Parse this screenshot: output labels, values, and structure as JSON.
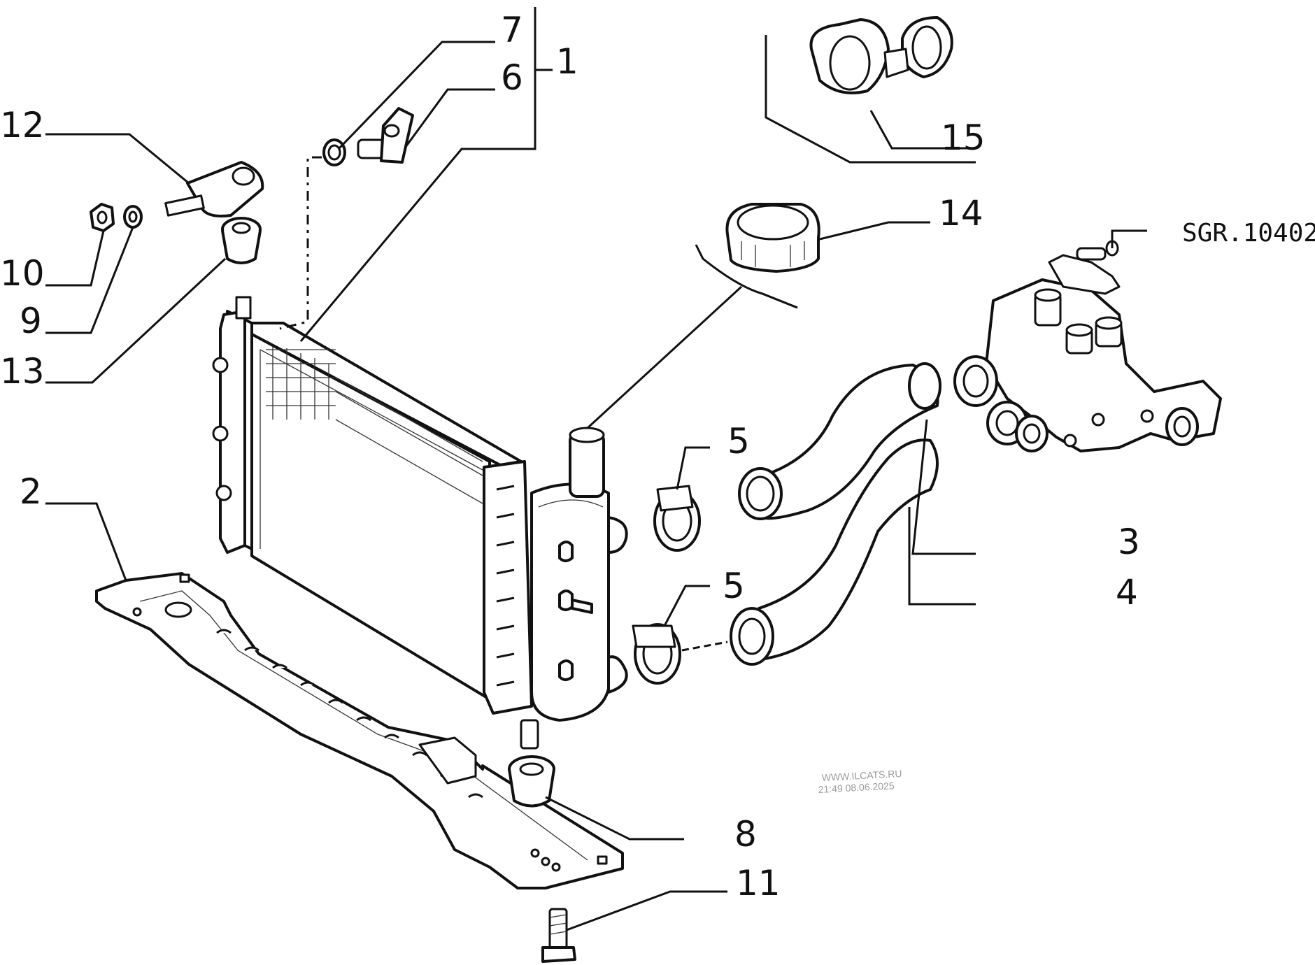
{
  "diagram": {
    "code": "SGR.10402",
    "watermark": {
      "site": "WWW.ILCATS.RU",
      "stamp": "21:49 08.06.2025"
    },
    "callouts": [
      {
        "id": "1",
        "label": "1"
      },
      {
        "id": "2",
        "label": "2"
      },
      {
        "id": "3",
        "label": "3"
      },
      {
        "id": "4",
        "label": "4"
      },
      {
        "id": "5a",
        "label": "5"
      },
      {
        "id": "5b",
        "label": "5"
      },
      {
        "id": "6",
        "label": "6"
      },
      {
        "id": "7",
        "label": "7"
      },
      {
        "id": "8",
        "label": "8"
      },
      {
        "id": "9",
        "label": "9"
      },
      {
        "id": "10",
        "label": "10"
      },
      {
        "id": "11",
        "label": "11"
      },
      {
        "id": "12",
        "label": "12"
      },
      {
        "id": "13",
        "label": "13"
      },
      {
        "id": "14",
        "label": "14"
      },
      {
        "id": "15",
        "label": "15"
      }
    ]
  }
}
